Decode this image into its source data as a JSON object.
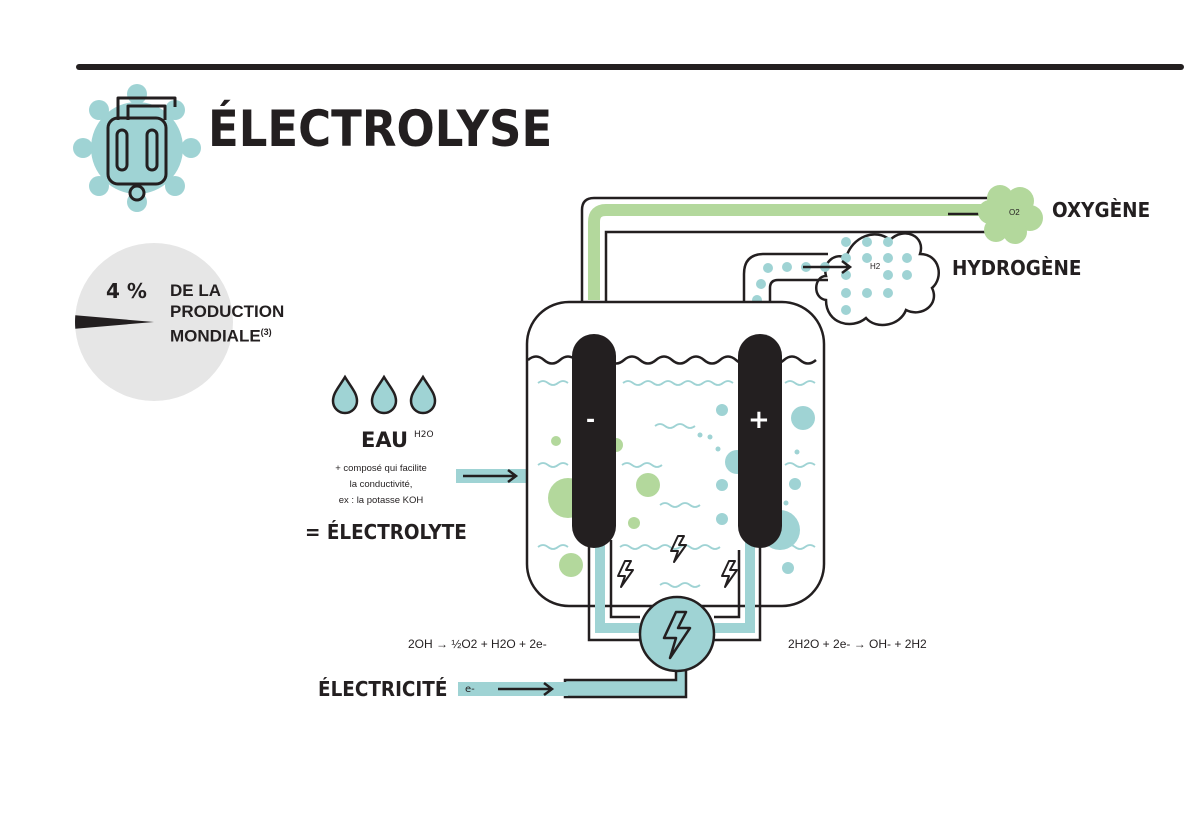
{
  "title": "ÉLECTROLYSE",
  "share": {
    "percent": "4 %",
    "label_lines": [
      "DE LA",
      "PRODUCTION",
      "MONDIALE"
    ],
    "footnote": "(3)",
    "fraction": 0.04
  },
  "outputs": {
    "oxygen": {
      "label": "OXYGÈNE",
      "formula": "O2"
    },
    "hydrogen": {
      "label": "HYDROGÈNE",
      "formula": "H2"
    }
  },
  "water": {
    "label": "EAU",
    "formula": "H2O",
    "note_lines": [
      "+ composé qui facilite",
      "la conductivité,",
      "ex : la potasse KOH"
    ],
    "result": "= ÉLECTROLYTE"
  },
  "electrodes": {
    "negative": "-",
    "positive": "+"
  },
  "electricity": {
    "label": "ÉLECTRICITÉ",
    "carrier": "e-"
  },
  "equations": {
    "anode": "2OH → ½O2 + H2O + 2e-",
    "cathode": "2H2O + 2e- → OH- + 2H2"
  },
  "colors": {
    "ink": "#231f20",
    "teal": "#9fd3d4",
    "green": "#b3d89c",
    "grey": "#e6e6e6"
  }
}
